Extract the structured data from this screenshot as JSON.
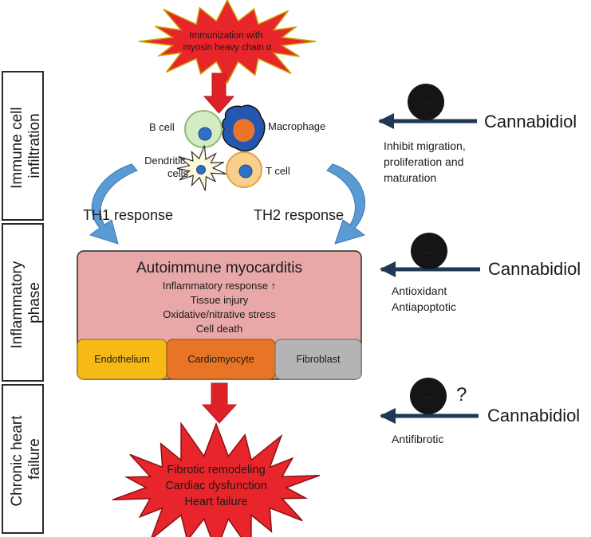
{
  "phases": [
    {
      "line1": "Immune cell",
      "line2": "infiltration"
    },
    {
      "line1": "Inflammatory",
      "line2": "phase"
    },
    {
      "line1": "Chronic heart",
      "line2": "failure"
    }
  ],
  "trigger": {
    "line1": "Immunization with",
    "line2": "myosin heavy chain α"
  },
  "cells": {
    "b_cell": "B cell",
    "macrophage": "Macrophage",
    "dendritic_line1": "Dendritic",
    "dendritic_line2": "cells",
    "t_cell": "T cell"
  },
  "responses": {
    "th1": "TH1 response",
    "th2": "TH2 response"
  },
  "myocarditis": {
    "title": "Autoimmune myocarditis",
    "lines": [
      "Inflammatory response ↑",
      "Tissue injury",
      "Oxidative/nitrative stress",
      "Cell death"
    ],
    "cell_types": [
      "Endothelium",
      "Cardiomyocyte",
      "Fibroblast"
    ]
  },
  "outcome": {
    "lines": [
      "Fibrotic remodeling",
      "Cardiac dysfunction",
      "Heart failure"
    ]
  },
  "inhibitors": [
    {
      "agent": "Cannabidiol",
      "symbol": "–",
      "question": "",
      "effects": [
        "Inhibit migration,",
        "proliferation and",
        "maturation"
      ]
    },
    {
      "agent": "Cannabidiol",
      "symbol": "–",
      "question": "",
      "effects": [
        "Antioxidant",
        "Antiapoptotic"
      ]
    },
    {
      "agent": "Cannabidiol",
      "symbol": "–",
      "question": "?",
      "effects": [
        "Antifibrotic"
      ]
    }
  ],
  "colors": {
    "burst_red": "#e8252a",
    "burst_outline": "#c9a400",
    "arrow_red": "#dc2127",
    "panel_pink": "#e9a8a8",
    "endothelium": "#f6b915",
    "cardiomyocyte": "#e87526",
    "fibroblast": "#b4b4b4",
    "curve_blue": "#5b9bd5",
    "dark_arrow": "#1f3855",
    "b_cell_fill": "#d5ebc4",
    "b_cell_edge": "#8fbf6f",
    "nucleus_blue": "#2f6fc6",
    "macrophage_outer": "#2458b0",
    "macrophage_inner": "#e9742a",
    "t_cell_fill": "#f8cf8c",
    "t_cell_edge": "#e0a54e",
    "dendritic_fill": "#fdfadc"
  }
}
